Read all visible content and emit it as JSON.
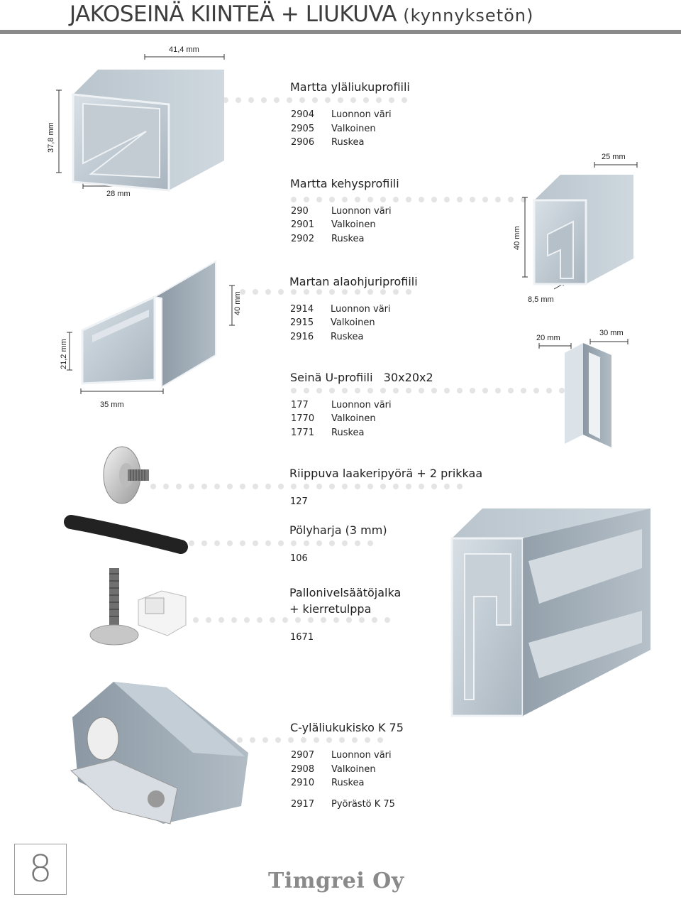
{
  "header": {
    "title": "JAKOSEINÄ KIINTEÄ + LIUKUVA",
    "subtitle": "(kynnyksetön)"
  },
  "dimensions": {
    "top_width": "41,4 mm",
    "top_height": "37,8 mm",
    "top_inner": "28 mm",
    "frame_width": "25 mm",
    "frame_height": "40 mm",
    "bottom_height": "40 mm",
    "bottom_side": "21,2 mm",
    "bottom_width": "35 mm",
    "u_gap": "8,5 mm",
    "u_20": "20 mm",
    "u_30": "30 mm"
  },
  "products": [
    {
      "title": "Martta yläliukuprofiili",
      "rows": [
        {
          "code": "2904",
          "text": "Luonnon väri"
        },
        {
          "code": "2905",
          "text": "Valkoinen"
        },
        {
          "code": "2906",
          "text": "Ruskea"
        }
      ]
    },
    {
      "title": "Martta kehysprofiili",
      "rows": [
        {
          "code": "290",
          "text": "Luonnon väri"
        },
        {
          "code": "2901",
          "text": "Valkoinen"
        },
        {
          "code": "2902",
          "text": "Ruskea"
        }
      ]
    },
    {
      "title": "Martan alaohjuriprofiili",
      "rows": [
        {
          "code": "2914",
          "text": "Luonnon väri"
        },
        {
          "code": "2915",
          "text": "Valkoinen"
        },
        {
          "code": "2916",
          "text": "Ruskea"
        }
      ]
    },
    {
      "title": "Seinä U-profiili   30x20x2",
      "rows": [
        {
          "code": "177",
          "text": "Luonnon väri"
        },
        {
          "code": "1770",
          "text": "Valkoinen"
        },
        {
          "code": "1771",
          "text": "Ruskea"
        }
      ]
    },
    {
      "title": "Riippuva laakeripyörä + 2 prikkaa",
      "rows": [
        {
          "code": "127",
          "text": ""
        }
      ]
    },
    {
      "title": "Pölyharja (3 mm)",
      "rows": [
        {
          "code": "106",
          "text": ""
        }
      ]
    },
    {
      "title": "Pallonivelsäätöjalka",
      "title2": "+ kierretulppa",
      "rows": [
        {
          "code": "1671",
          "text": ""
        }
      ]
    },
    {
      "title": "C-yläliukukisko K 75",
      "rows": [
        {
          "code": "2907",
          "text": "Luonnon väri"
        },
        {
          "code": "2908",
          "text": "Valkoinen"
        },
        {
          "code": "2910",
          "text": "Ruskea"
        },
        {
          "code": "2917",
          "text": "Pyörästö K 75"
        }
      ]
    }
  ],
  "footer": {
    "page_number": "8",
    "brand": "Timgrei Oy"
  },
  "colors": {
    "profile_light": "#cfd8df",
    "profile_mid": "#a9b6c0",
    "profile_dark": "#8996a1",
    "dots": "#e3e3e3",
    "rule": "#8a8a8a"
  }
}
